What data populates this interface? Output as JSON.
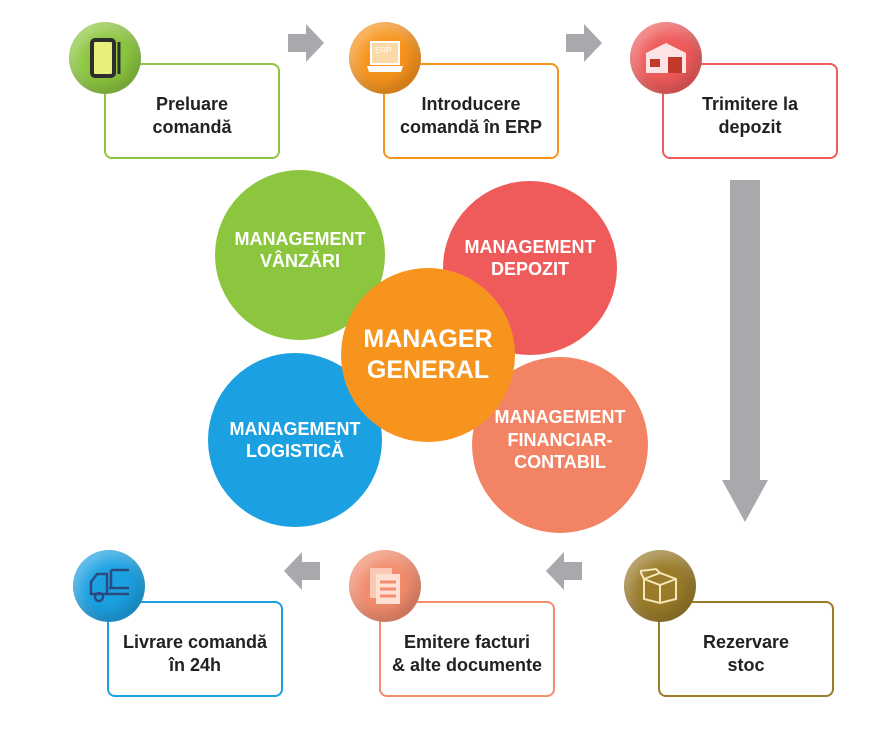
{
  "steps": [
    {
      "label": "Preluare\ncomandă",
      "icon": "smartphone-icon",
      "color": "#8cc63f"
    },
    {
      "label": "Introducere\ncomandă în ERP",
      "icon": "erp-computer-icon",
      "color": "#f7941d",
      "icon_text": "ERP"
    },
    {
      "label": "Trimitere la\ndepozit",
      "icon": "warehouse-icon",
      "color": "#ef5b5b"
    },
    {
      "label": "Rezervare\nstoc",
      "icon": "box-icon",
      "color": "#9a7b2a"
    },
    {
      "label": "Emitere facturi\n& alte documente",
      "icon": "documents-icon",
      "color": "#f28c6d"
    },
    {
      "label": "Livrare comandă\nîn 24h",
      "icon": "truck-icon",
      "color": "#1ba1e2"
    }
  ],
  "circles": {
    "sales": {
      "label": "MANAGEMENT\nVÂNZĂRI",
      "color": "#8cc63f"
    },
    "warehouse": {
      "label": "MANAGEMENT\nDEPOZIT",
      "color": "#ef5b5b"
    },
    "logistics": {
      "label": "MANAGEMENT\nLOGISTICĂ",
      "color": "#1ba1e2"
    },
    "finance": {
      "label": "MANAGEMENT\nFINANCIAR-\nCONTABIL",
      "color": "#f28465"
    },
    "general": {
      "label": "MANAGER\nGENERAL",
      "color": "#f7941d"
    }
  },
  "arrow_color": "#a7a9ac"
}
